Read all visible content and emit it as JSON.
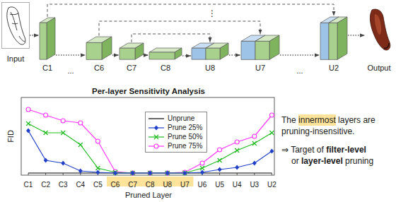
{
  "diagram": {
    "nodes": [
      {
        "text": [
          "Input"
        ]
      },
      {
        "text": [
          "C1"
        ]
      },
      {
        "text": [
          "C6"
        ]
      },
      {
        "text": [
          "C7"
        ]
      },
      {
        "text": [
          "C8"
        ]
      },
      {
        "text": [
          "U8"
        ]
      },
      {
        "text": [
          "U7"
        ]
      },
      {
        "text": [
          "U2"
        ]
      },
      {
        "text": [
          "Output"
        ]
      }
    ],
    "edges": [
      {
        "from": 0,
        "to": 1,
        "arrow": "to"
      },
      {
        "from": 1,
        "to": 2,
        "arrow": "to"
      },
      {
        "from": 2,
        "to": 3,
        "arrow": "to"
      },
      {
        "from": 3,
        "to": 4,
        "arrow": "to"
      },
      {
        "from": 4,
        "to": 5,
        "arrow": "to"
      },
      {
        "from": 5,
        "to": 6,
        "arrow": "to"
      },
      {
        "from": 6,
        "to": 7,
        "arrow": "to"
      },
      {
        "from": 7,
        "to": 8,
        "arrow": "to"
      },
      {
        "from": 1,
        "to": 7,
        "arrow": "to"
      },
      {
        "from": 2,
        "to": 6,
        "arrow": "to"
      },
      {
        "from": 3,
        "to": 5,
        "arrow": "to"
      }
    ],
    "labels": [
      "...",
      "...",
      "⋮",
      "Per-layer Sensitivity Analysis",
      "FID",
      "C1",
      "C2",
      "C3",
      "C4",
      "C5",
      "C6",
      "C7",
      "C8",
      "U8",
      "U7",
      "U6",
      "U5",
      "U4",
      "U3",
      "U2",
      "Pruned Layer",
      "The",
      "innermost",
      "layers are",
      "pruning-insensitive.",
      "⇒ Target of",
      "filter-level",
      "or",
      "layer-level",
      "pruning"
    ],
    "legend": [
      {
        "text": "Unprune"
      },
      {
        "text": "Prune 25%"
      },
      {
        "text": "Prune 50%"
      },
      {
        "text": "Prune 75%"
      }
    ]
  }
}
